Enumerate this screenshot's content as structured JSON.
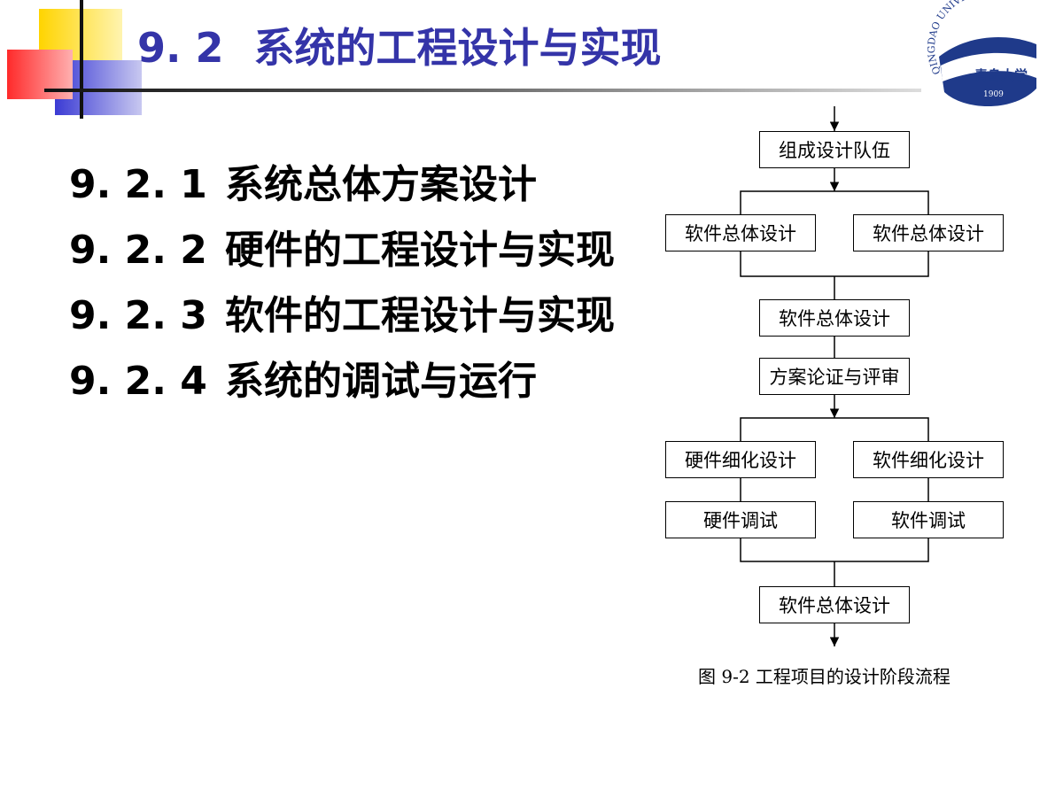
{
  "header": {
    "number": "9. 2",
    "title": "系统的工程设计与实现"
  },
  "logo": {
    "university": "QINGDAO UNIVERSITY",
    "chinese_name": "青岛大学",
    "year": "1909"
  },
  "sections": [
    {
      "number": "9. 2. 1",
      "title": "系统总体方案设计"
    },
    {
      "number": "9. 2. 2",
      "title": "硬件的工程设计与实现"
    },
    {
      "number": "9. 2. 3",
      "title": "软件的工程设计与实现"
    },
    {
      "number": "9. 2. 4",
      "title": "系统的调试与运行"
    }
  ],
  "flowchart": {
    "nodes": {
      "team": "组成设计队伍",
      "left_overall": "软件总体设计",
      "right_overall": "软件总体设计",
      "merged_overall": "软件总体设计",
      "review": "方案论证与评审",
      "hw_detail": "硬件细化设计",
      "sw_detail": "软件细化设计",
      "hw_debug": "硬件调试",
      "sw_debug": "软件调试",
      "final": "软件总体设计"
    },
    "caption": "图 9-2  工程项目的设计阶段流程"
  },
  "colors": {
    "title": "#3434a8",
    "accent_yellow": "#ffd400",
    "accent_red": "#ff2a2a",
    "accent_blue": "#3b3bd4",
    "logo_blue": "#1f3a8a"
  }
}
